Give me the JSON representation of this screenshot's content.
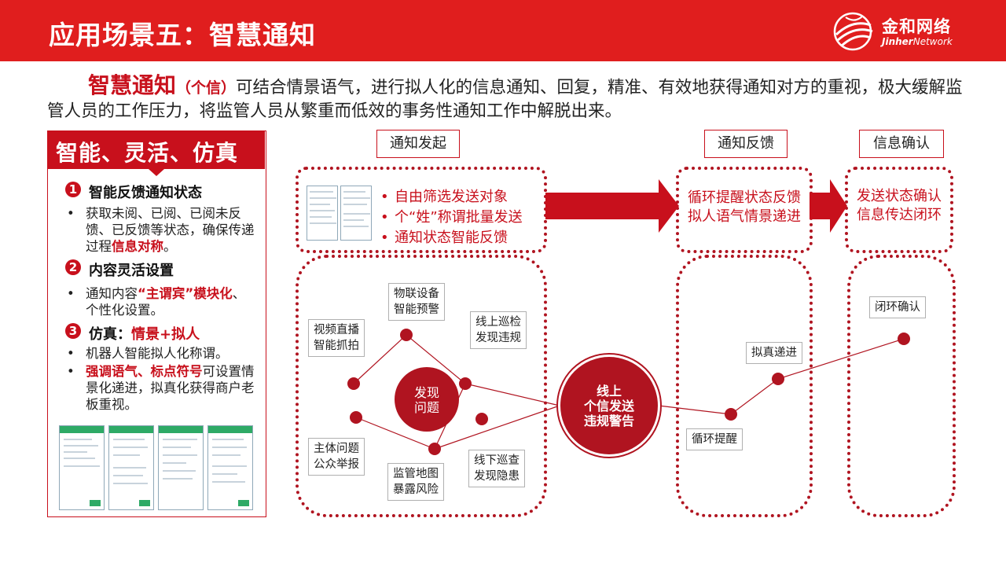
{
  "header": {
    "title": "应用场景五：智慧通知",
    "logo_cn": "金和网络",
    "logo_en_bold": "Jinher",
    "logo_en_light": "Network"
  },
  "intro": {
    "highlight": "智慧通知",
    "highlight_sub": "（个信）",
    "body": "可结合情景语气，进行拟人化的信息通知、回复，精准、有效地获得通知对方的重视，极大缓解监管人员的工作压力，将监管人员从繁重而低效的事务性通知工作中解脱出来。"
  },
  "left_panel": {
    "title": "智能、灵活、仿真",
    "sections": [
      {
        "number": "1",
        "title": "智能反馈通知状态",
        "bullet_prefix": "获取未阅、已阅、已阅未反馈、已反馈等状态，确保传递过程",
        "bullet_red": "信息对称",
        "bullet_suffix": "。"
      },
      {
        "number": "2",
        "title": "内容灵活设置",
        "bullet_prefix": "通知内容",
        "bullet_red": "“主谓宾”模块化",
        "bullet_suffix": "、个性化设置。"
      },
      {
        "number": "3",
        "title_prefix": "仿真：",
        "title_red": "情景+拟人",
        "bullet1": "机器人智能拟人化称谓。",
        "bullet2_red": "强调语气、标点符号",
        "bullet2_suffix": "可设置情景化递进，拟真化获得商户老板重视。"
      }
    ],
    "bullet_symbol": "•"
  },
  "stages": {
    "s1": "通知发起",
    "s2": "通知反馈",
    "s3": "信息确认"
  },
  "stage1_bullets": [
    "自由筛选发送对象",
    "个“姓”称谓批量发送",
    "通知状态智能反馈"
  ],
  "stage2_text": [
    "循环提醒状态反馈",
    "拟人语气情景递进"
  ],
  "stage3_text": [
    "发送状态确认",
    "信息传达闭环"
  ],
  "discover": {
    "center": [
      "发现",
      "问题"
    ],
    "tags": {
      "iot": [
        "物联设备",
        "智能预警"
      ],
      "video": [
        "视频直播",
        "智能抓拍"
      ],
      "online": [
        "线上巡检",
        "发现违规"
      ],
      "report": [
        "主体问题",
        "公众举报"
      ],
      "map": [
        "监管地图",
        "暴露风险"
      ],
      "offline": [
        "线下巡查",
        "发现隐患"
      ]
    }
  },
  "hub": [
    "线上",
    "个信发送",
    "违规警告"
  ],
  "feedback_tags": {
    "remind": "循环提醒",
    "escalate": "拟真递进",
    "confirm": "闭环确认"
  },
  "colors": {
    "brand_red": "#e01e1e",
    "dark_red": "#c8101c",
    "node_red": "#b01420"
  }
}
